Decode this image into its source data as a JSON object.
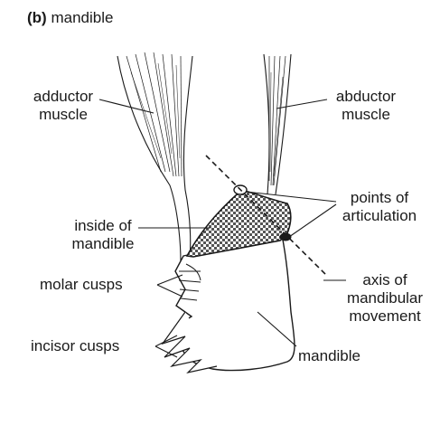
{
  "figure": {
    "panel_letter": "(b)",
    "panel_title": "mandible"
  },
  "labels": {
    "adductor_muscle_1": "adductor",
    "adductor_muscle_2": "muscle",
    "abductor_muscle_1": "abductor",
    "abductor_muscle_2": "muscle",
    "points_of_articulation_1": "points of",
    "points_of_articulation_2": "articulation",
    "inside_of_mandible_1": "inside of",
    "inside_of_mandible_2": "mandible",
    "molar_cusps": "molar cusps",
    "axis_1": "axis of",
    "axis_2": "mandibular",
    "axis_3": "movement",
    "incisor_cusps": "incisor cusps",
    "mandible": "mandible"
  },
  "colors": {
    "ink": "#1a1a1a",
    "checker_dark": "#555555",
    "checker_light": "#ffffff"
  }
}
